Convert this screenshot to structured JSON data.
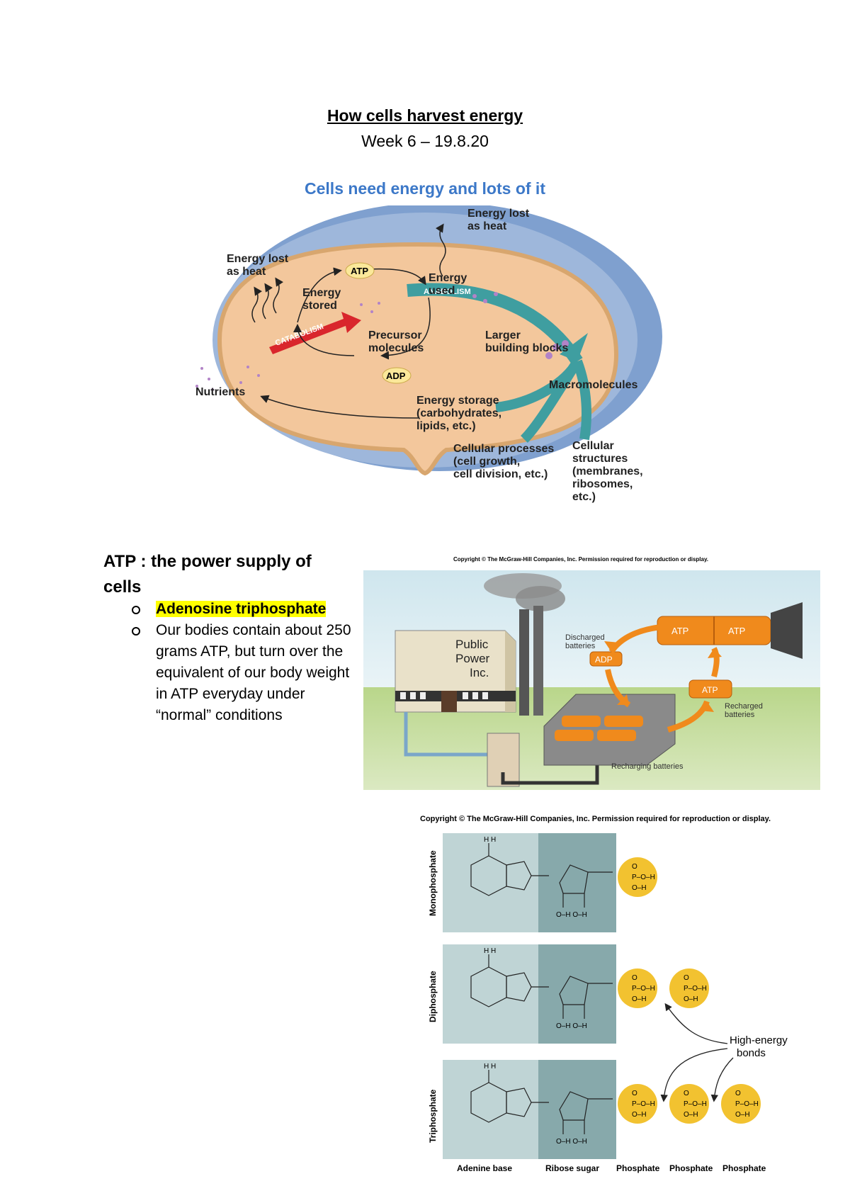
{
  "header": {
    "title": "How cells harvest energy",
    "subtitle": "Week 6 – 19.8.20",
    "section": "Cells need energy and lots of it"
  },
  "cell_diagram": {
    "heat_top": [
      "Energy lost",
      "as heat"
    ],
    "heat_left": [
      "Energy lost",
      "as heat"
    ],
    "energy_stored": [
      "Energy",
      "stored"
    ],
    "atp": "ATP",
    "energy_used": [
      "Energy",
      "used"
    ],
    "anabolism": "ANABOLISM",
    "catabolism": "CATABOLISM",
    "precursor": [
      "Precursor",
      "molecules"
    ],
    "larger": [
      "Larger",
      "building blocks"
    ],
    "adp": "ADP",
    "nutrients": "Nutrients",
    "macromolecules": "Macromolecules",
    "energy_storage": [
      "Energy storage",
      "(carbohydrates,",
      "lipids, etc.)"
    ],
    "cellular_processes": [
      "Cellular processes",
      "(cell growth,",
      "cell division, etc.)"
    ],
    "cellular_structures": [
      "Cellular",
      "structures",
      "(membranes,",
      "ribosomes,",
      "etc.)"
    ]
  },
  "atp_section": {
    "heading": "ATP : the power supply of cells",
    "bullets": [
      "Adenosine triphosphate",
      "Our bodies contain about 250 grams ATP, but turn over the equivalent of our body weight in ATP everyday under “normal” conditions"
    ]
  },
  "battery_figure": {
    "copyright": "Copyright © The McGraw-Hill Companies, Inc. Permission required for reproduction or display.",
    "plant": [
      "Public",
      "Power",
      "Inc."
    ],
    "discharged": [
      "Discharged",
      "batteries"
    ],
    "recharged": [
      "Recharged",
      "batteries"
    ],
    "recharging": "Recharging batteries",
    "atp": "ATP",
    "adp": "ADP"
  },
  "molecule_figure": {
    "copyright": "Copyright © The McGraw-Hill Companies, Inc. Permission required for reproduction or display.",
    "rows": [
      "Monophosphate",
      "Diphosphate",
      "Triphosphate"
    ],
    "high_energy": [
      "High-energy",
      "bonds"
    ],
    "columns": [
      "Adenine base",
      "Ribose sugar",
      "Phosphate",
      "Phosphate",
      "Phosphate"
    ]
  },
  "colors": {
    "section_blue": "#3c78c8",
    "cell_fill": "#f3c79c",
    "cell_wall": "#7fa0cf",
    "anabolism_teal": "#3f9ea0",
    "catabolism_red": "#d9262c",
    "phosphate_yellow": "#f2c230",
    "battery_orange": "#f08a1c",
    "highlight": "#ffff00"
  }
}
